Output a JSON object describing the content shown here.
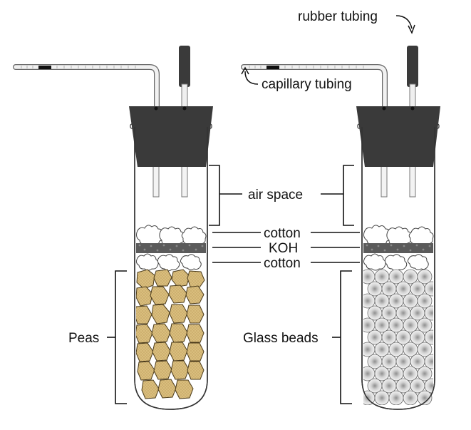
{
  "labels": {
    "rubber_tubing": "rubber tubing",
    "capillary_tubing": "capillary tubing",
    "air_space": "air space",
    "cotton_top": "cotton",
    "koh": "KOH",
    "cotton_bottom": "cotton",
    "peas": "Peas",
    "glass_beads": "Glass beads"
  },
  "colors": {
    "stopper": "#3a3a3a",
    "pea_fill": "#d8bd7c",
    "pea_stroke": "#4a3a1a",
    "bead_center": "#9a9a9a",
    "koh": "#555555",
    "tube_outline": "#333333"
  }
}
